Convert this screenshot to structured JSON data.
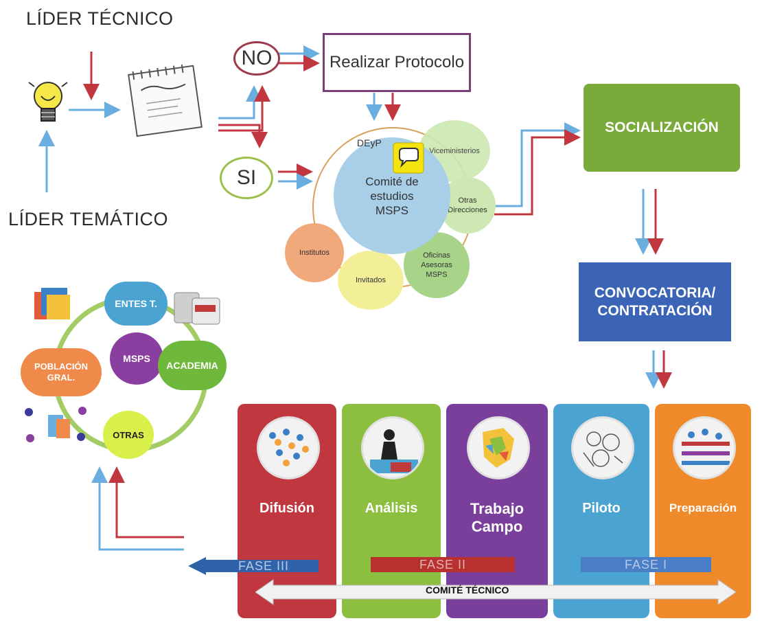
{
  "leaders": {
    "tecnico": "LÍDER TÉCNICO",
    "tematico": "LÍDER TEMÁTICO"
  },
  "decision": {
    "no": "NO",
    "si": "SI",
    "protocol": "Realizar Protocolo"
  },
  "committee": {
    "center": "Comité de estudios MSPS",
    "deyp": "DEyP",
    "viceministerios": "Viceministerios",
    "otras_direcciones": "Otras Direcciones",
    "oficinas": "Oficinas Asesoras MSPS",
    "invitados": "Invitados",
    "institutos": "Institutos"
  },
  "flow": {
    "socializacion": "SOCIALIZACIÓN",
    "convocatoria": "CONVOCATORIA/ CONTRATACIÓN"
  },
  "stakeholders": {
    "entes": "ENTES T.",
    "msps": "MSPS",
    "academia": "ACADEMIA",
    "poblacion": "POBLACIÓN GRAL.",
    "otras": "OTRAS"
  },
  "phases": [
    {
      "name": "Difusión",
      "color": "#c0373f"
    },
    {
      "name": "Análisis",
      "color": "#8cbf3f"
    },
    {
      "name": "Trabajo Campo",
      "color": "#7a3f9a"
    },
    {
      "name": "Piloto",
      "color": "#4aa3d0"
    },
    {
      "name": "Preparación",
      "color": "#ef8a2a"
    }
  ],
  "phase_bars": {
    "fase3": "FASE III",
    "fase2": "FASE II",
    "fase1": "FASE I"
  },
  "comite_tecnico": "COMITÉ TÉCNICO",
  "colors": {
    "arrow_red": "#c0373f",
    "arrow_blue": "#6aaee0",
    "socializacion": "#7aaa3a",
    "convocatoria": "#3b64b7"
  }
}
